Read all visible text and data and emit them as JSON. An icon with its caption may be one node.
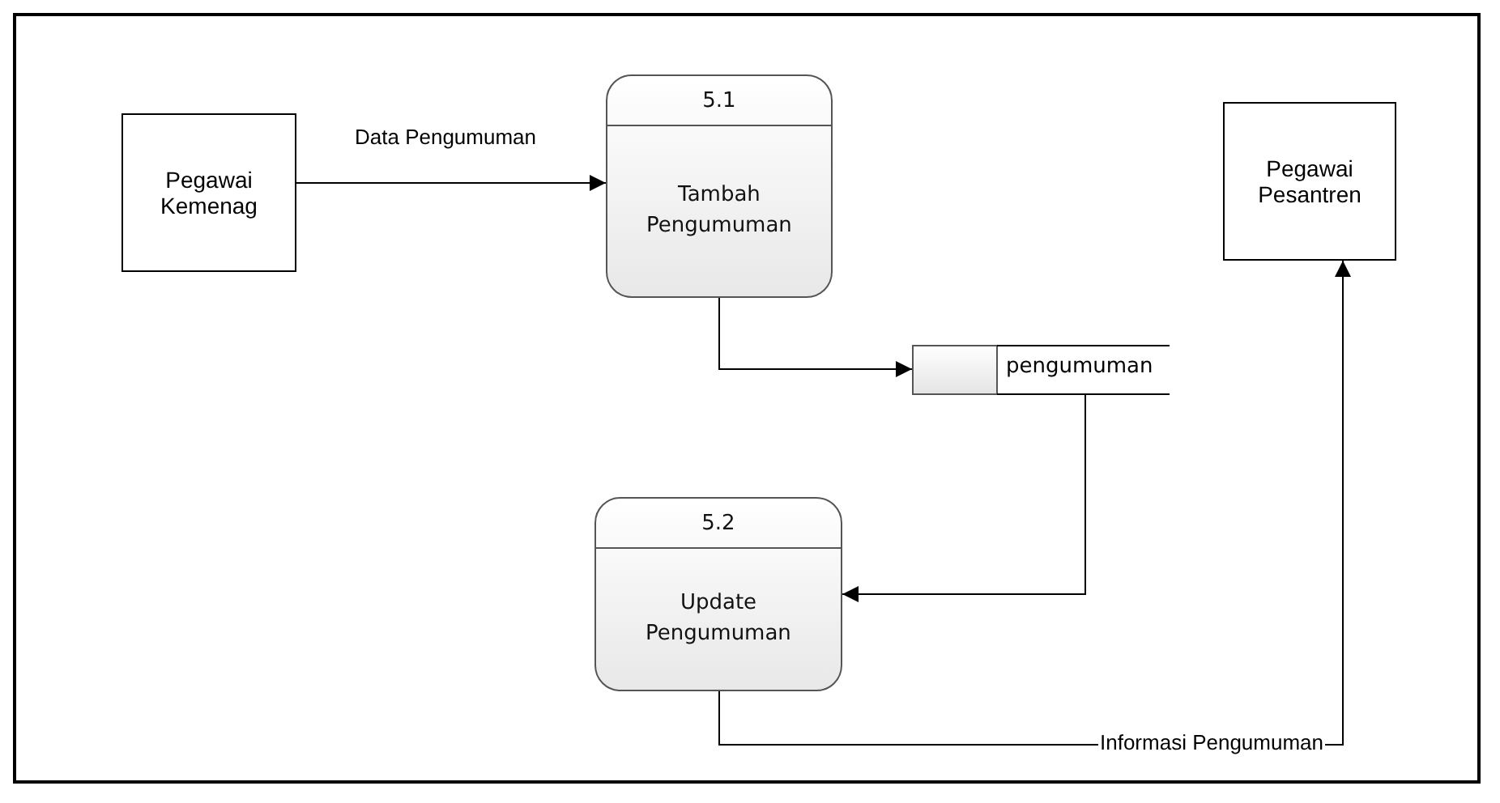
{
  "diagram": {
    "nodes": [
      {
        "text": [
          "Pegawai Kemenag"
        ]
      },
      {
        "text": [
          "5.1",
          "Tambah Pengumuman"
        ]
      },
      {
        "text": [
          "pengumuman"
        ]
      },
      {
        "text": [
          "5.2",
          "Update Pengumuman"
        ]
      },
      {
        "text": [
          "Pegawai Pesantren"
        ]
      }
    ],
    "edges": [
      {
        "from": 0,
        "to": 1,
        "arrow": "to",
        "label": "Data Pengumuman"
      },
      {
        "from": 1,
        "to": 2,
        "arrow": "to"
      },
      {
        "from": 2,
        "to": 3,
        "arrow": "to"
      },
      {
        "from": 3,
        "to": 4,
        "arrow": "to",
        "label": "Informasi Pengumuman"
      }
    ]
  }
}
